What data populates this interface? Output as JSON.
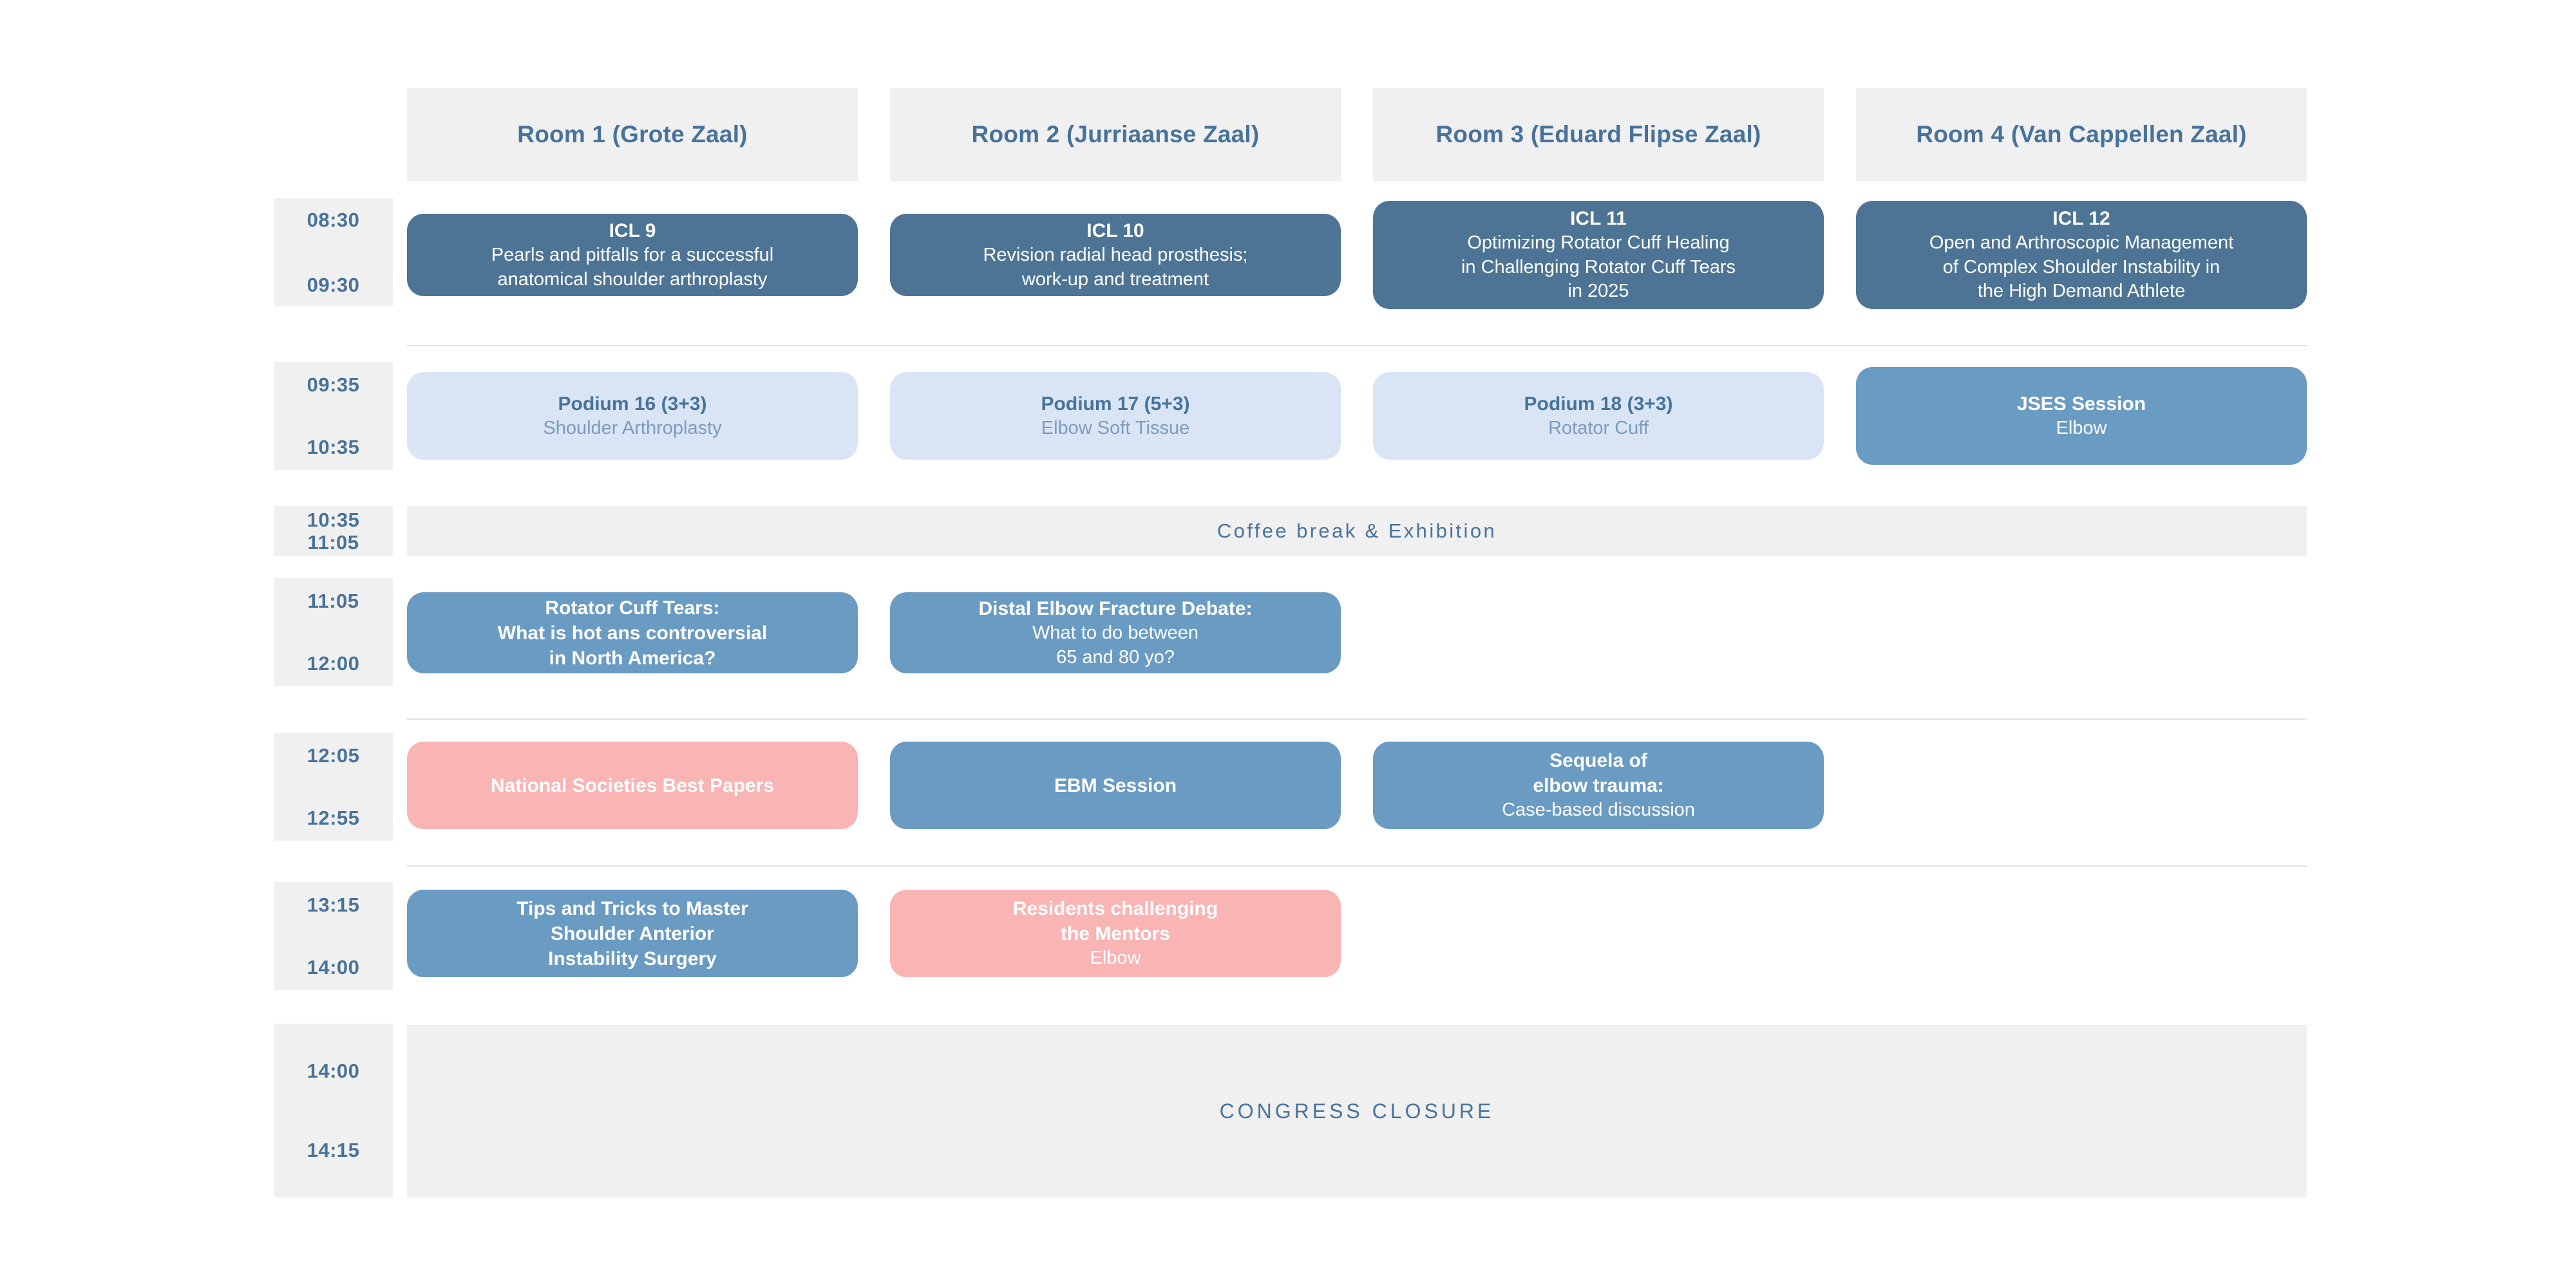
{
  "header": {
    "rooms": [
      {
        "label": "Room 1 (Grote Zaal)"
      },
      {
        "label": "Room 2 (Jurriaanse Zaal)"
      },
      {
        "label": "Room 3 (Eduard Flipse Zaal)"
      },
      {
        "label": "Room 4 (Van Cappellen Zaal)"
      }
    ]
  },
  "colors": {
    "accent_blue": "#47729b",
    "card_dark_blue": "#4d7494",
    "card_mid_blue": "#6a9bc3",
    "card_light_blue": "#d9e5f5",
    "card_pink": "#f9b4b4",
    "band_grey": "#f0f0f0",
    "separator": "#e2e2e2"
  },
  "rows": [
    {
      "start": "08:30",
      "end": "09:30",
      "sessions": [
        {
          "title": "ICL 9",
          "sub": "Pearls and pitfalls for a successful\nanatomical shoulder arthroplasty"
        },
        {
          "title": "ICL 10",
          "sub": "Revision radial head prosthesis;\nwork-up and treatment"
        },
        {
          "title": "ICL 11",
          "sub": "Optimizing Rotator Cuff Healing\nin Challenging Rotator Cuff Tears\nin 2025"
        },
        {
          "title": "ICL 12",
          "sub": "Open and Arthroscopic Management\nof Complex Shoulder Instability in\nthe High Demand Athlete"
        }
      ]
    },
    {
      "start": "09:35",
      "end": "10:35",
      "sessions": [
        {
          "title": "Podium 16 (3+3)",
          "sub": "Shoulder Arthroplasty"
        },
        {
          "title": "Podium 17 (5+3)",
          "sub": "Elbow Soft Tissue"
        },
        {
          "title": "Podium 18 (3+3)",
          "sub": "Rotator Cuff"
        },
        {
          "title": "JSES Session",
          "sub": "Elbow"
        }
      ]
    },
    {
      "start": "10:35",
      "end": "11:05",
      "band_label": "Coffee break & Exhibition"
    },
    {
      "start": "11:05",
      "end": "12:00",
      "sessions": [
        {
          "title": "Rotator Cuff Tears:\nWhat is hot ans controversial\nin North America?",
          "sub": ""
        },
        {
          "title": "Distal Elbow Fracture Debate:",
          "sub": "What to do between\n65 and 80 yo?"
        }
      ]
    },
    {
      "start": "12:05",
      "end": "12:55",
      "sessions": [
        {
          "title": "National Societies Best Papers",
          "sub": ""
        },
        {
          "title": "EBM Session",
          "sub": ""
        },
        {
          "title": "Sequela of\nelbow trauma:",
          "sub": "Case-based discussion"
        }
      ]
    },
    {
      "start": "13:15",
      "end": "14:00",
      "sessions": [
        {
          "title": "Tips and Tricks to Master\nShoulder Anterior\nInstability Surgery",
          "sub": ""
        },
        {
          "title": "Residents challenging\nthe Mentors",
          "sub": "Elbow"
        }
      ]
    },
    {
      "start": "14:00",
      "end": "14:15",
      "band_label": "CONGRESS CLOSURE"
    }
  ]
}
